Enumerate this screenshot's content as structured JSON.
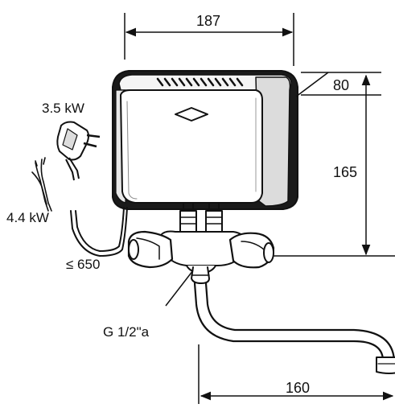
{
  "dimensions": {
    "width": "187",
    "depth": "80",
    "height": "165",
    "spout_reach": "160"
  },
  "labels": {
    "power_plug": "3.5 kW",
    "power_wired": "4.4 kW",
    "cable_length": "≤ 650",
    "thread": "G 1/2\"a"
  },
  "icons": {
    "plug": "plug-icon",
    "wires": "wire-ends-icon",
    "logo": "diamond-logo-icon"
  },
  "colors": {
    "line": "#111111",
    "background": "#ffffff"
  }
}
